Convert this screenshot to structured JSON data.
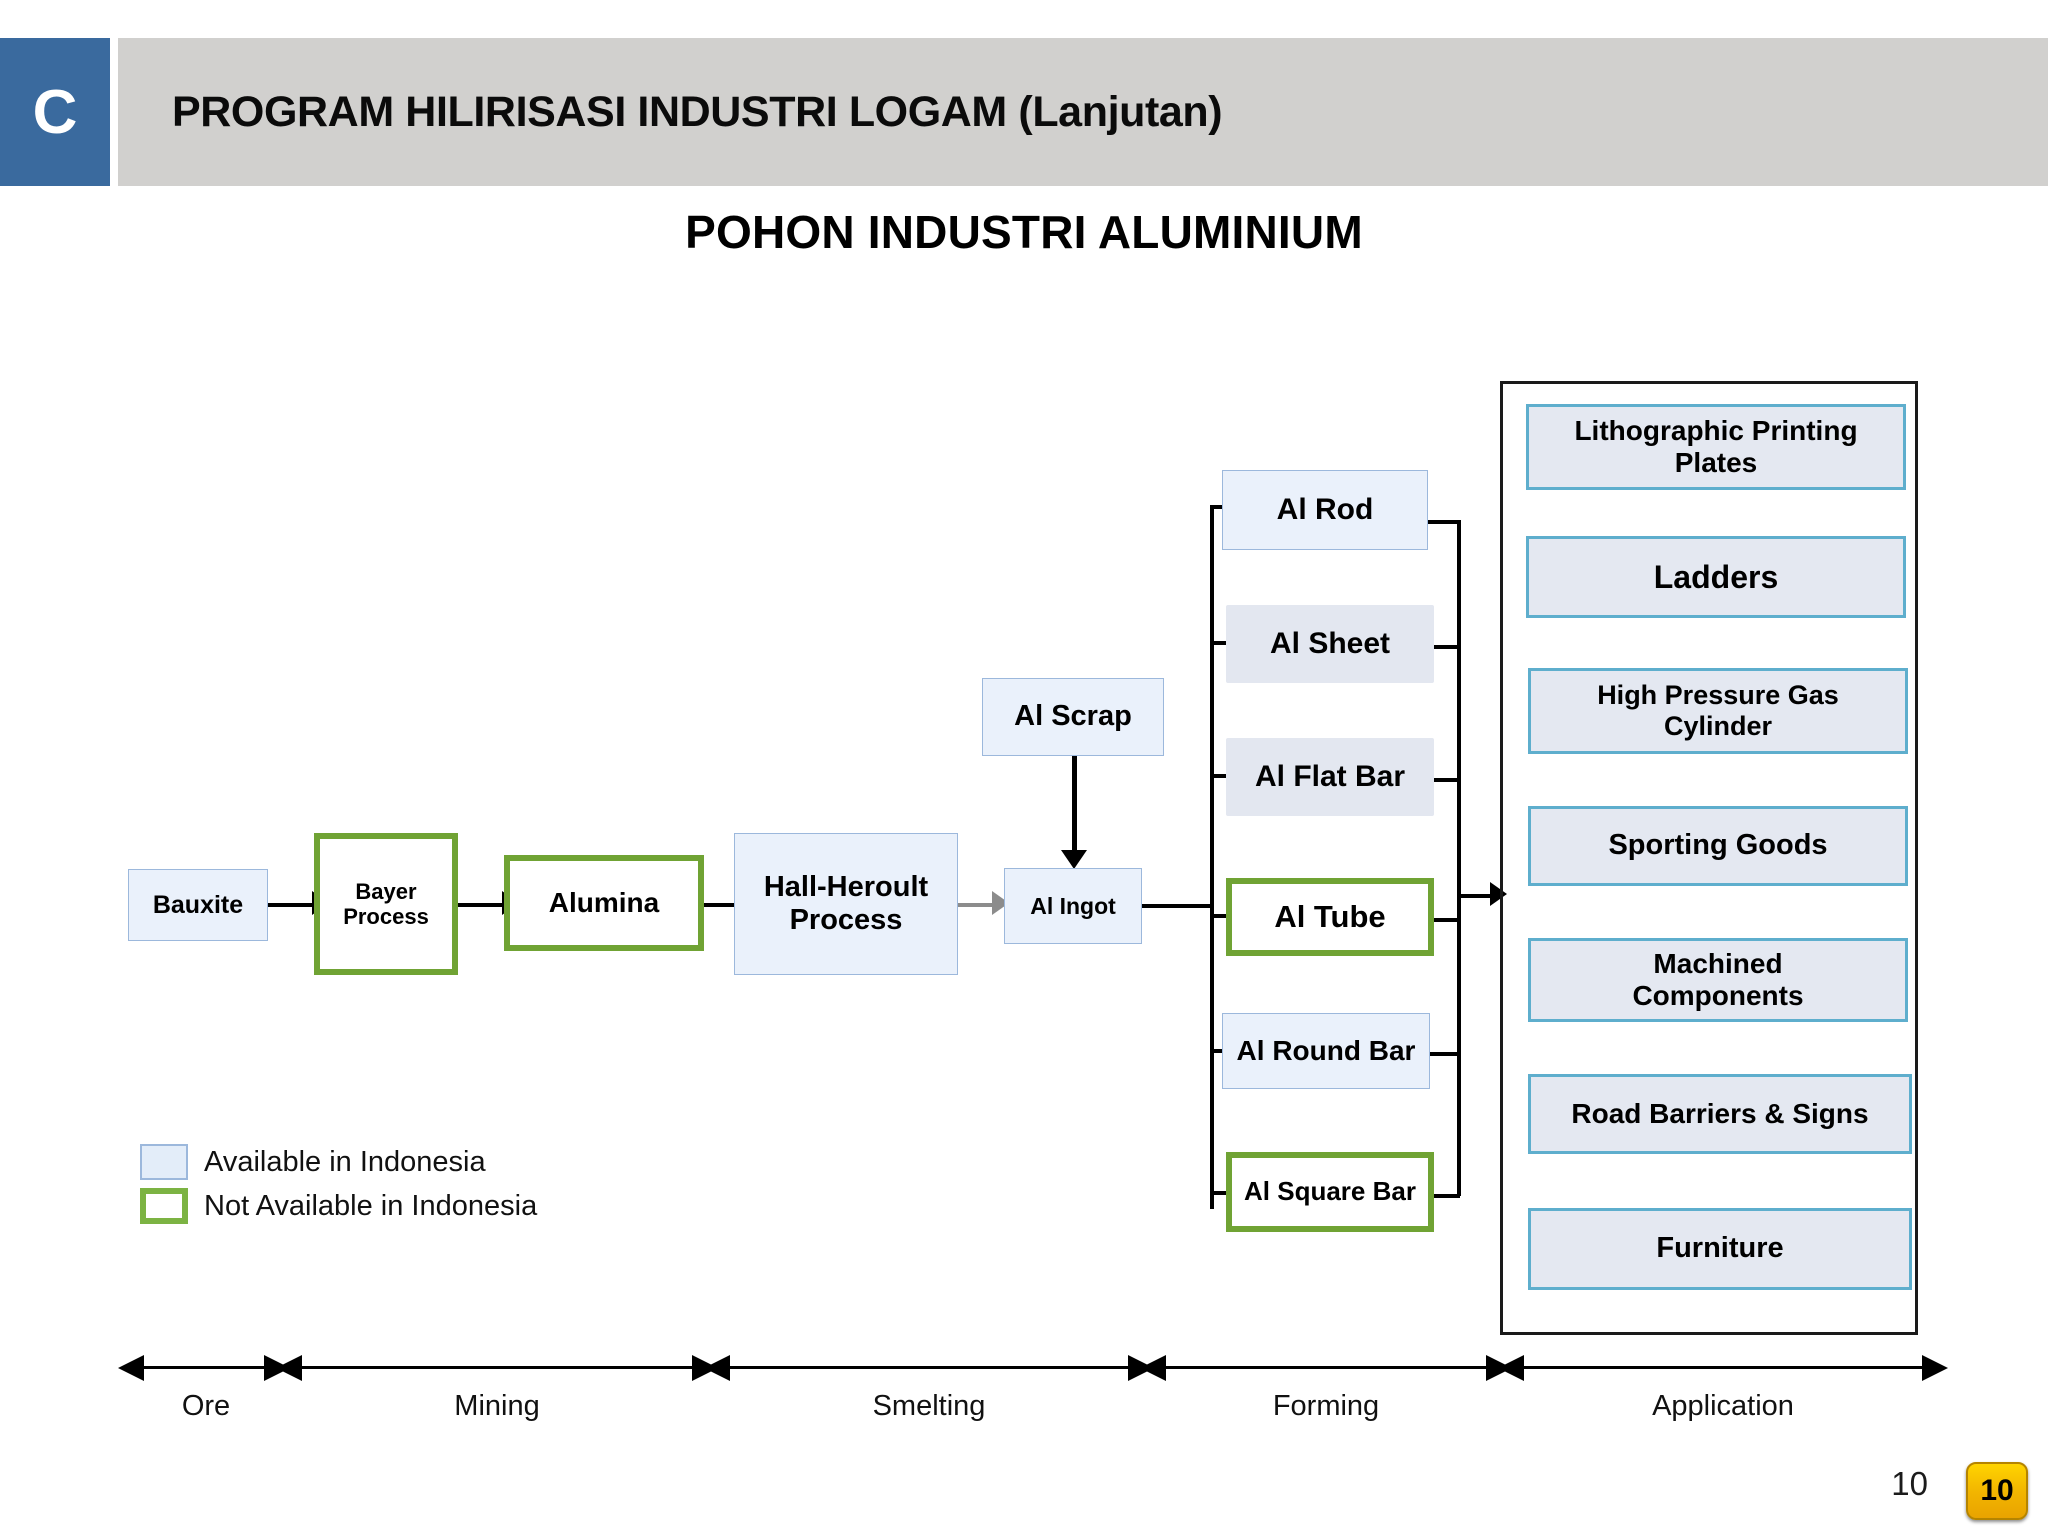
{
  "header": {
    "badge": "C",
    "title": "PROGRAM HILIRISASI INDUSTRI LOGAM (Lanjutan)",
    "bar_color": "#d1d0ce",
    "badge_color": "#3a6a9e"
  },
  "slide": {
    "title": "POHON INDUSTRI ALUMINIUM"
  },
  "colors": {
    "available_fill": "#eaf1fb",
    "available_border": "#9cb8dc",
    "not_available_border": "#70a334",
    "application_fill": "#e4e8f1",
    "application_border": "#5eaecd",
    "connector": "#000000"
  },
  "chain": {
    "bauxite": "Bauxite",
    "bayer_process": "Bayer\nProcess",
    "bayer_process_line1": "Bayer",
    "bayer_process_line2": "Process",
    "alumina": "Alumina",
    "hall_heroult_line1": "Hall-Heroult",
    "hall_heroult_line2": "Process",
    "al_scrap": "Al Scrap",
    "al_ingot": "Al Ingot"
  },
  "forming": [
    {
      "label": "Al Rod",
      "status": "available"
    },
    {
      "label": "Al Sheet",
      "status": "available"
    },
    {
      "label": "Al Flat Bar",
      "status": "available"
    },
    {
      "label": "Al Tube",
      "status": "not-available"
    },
    {
      "label": "Al Round Bar",
      "status": "available"
    },
    {
      "label": "Al Square Bar",
      "status": "not-available"
    }
  ],
  "applications": [
    {
      "line1": "Lithographic Printing",
      "line2": "Plates"
    },
    {
      "line1": "Ladders",
      "line2": ""
    },
    {
      "line1": "High Pressure Gas",
      "line2": "Cylinder"
    },
    {
      "line1": "Sporting Goods",
      "line2": ""
    },
    {
      "line1": "Machined",
      "line2": "Components"
    },
    {
      "line1": "Road Barriers & Signs",
      "line2": ""
    },
    {
      "line1": "Furniture",
      "line2": ""
    }
  ],
  "legend": [
    {
      "label": "Available in Indonesia",
      "swatch": "blue"
    },
    {
      "label": "Not Available in Indonesia",
      "swatch": "green"
    }
  ],
  "stages": [
    {
      "label": "Ore"
    },
    {
      "label": "Mining"
    },
    {
      "label": "Smelting"
    },
    {
      "label": "Forming"
    },
    {
      "label": "Application"
    }
  ],
  "footer": {
    "page_number": "10",
    "page_chip": "10"
  }
}
